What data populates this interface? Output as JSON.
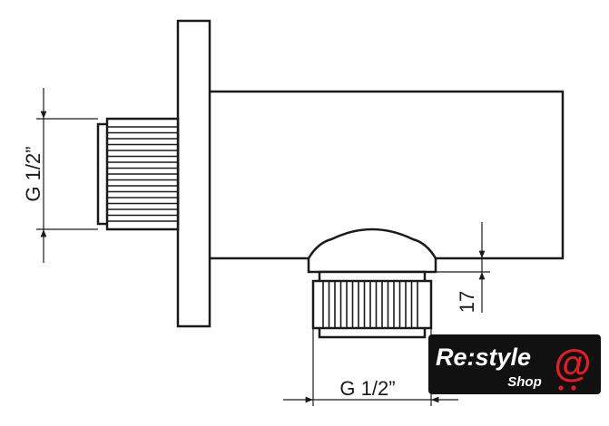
{
  "dimensions": {
    "inlet_thread": "G 1/2”",
    "outlet_thread": "G 1/2”",
    "outlet_offset": "17"
  },
  "logo": {
    "brand": "Re:style",
    "sub": "Shop",
    "symbol": "@",
    "colors": {
      "background": "#111111",
      "text": "#ffffff",
      "accent": "#e31e24"
    }
  }
}
